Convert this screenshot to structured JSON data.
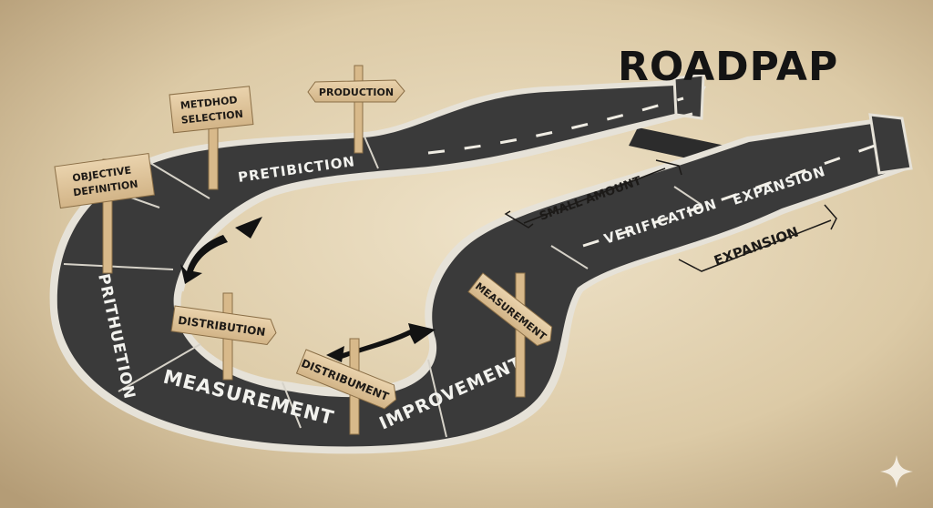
{
  "title": "ROADPAP",
  "signs": [
    {
      "label": "OBJECTIVE\nDEFINITION"
    },
    {
      "label": "METDHOD\nSELECTION"
    },
    {
      "label": "PRODUCTION"
    },
    {
      "label": "DISTRIBUTION"
    },
    {
      "label": "DISTRIBUMENT"
    },
    {
      "label": "MEASUREMENT"
    }
  ],
  "road_labels": {
    "pretibiction": "PRETIBICTION",
    "prithuetion": "PRITHUETION",
    "measurement": "MEASUREMENT",
    "improvement": "IMPROVEMENT",
    "verification": "VERIFICATION",
    "expansion": "EXPANSION"
  },
  "annotations": {
    "small_amount": "SMALL AMOUNT",
    "expansion": "EXPANSION"
  },
  "colors": {
    "paper": "#d9c8a6",
    "road": "#3a3a3a",
    "road_edge": "#e6e2d8",
    "sign_wood": "#e2c9a0",
    "post_wood": "#d8b98a"
  },
  "icons": [
    "cycle-arrow-icon",
    "sparkle-icon"
  ]
}
